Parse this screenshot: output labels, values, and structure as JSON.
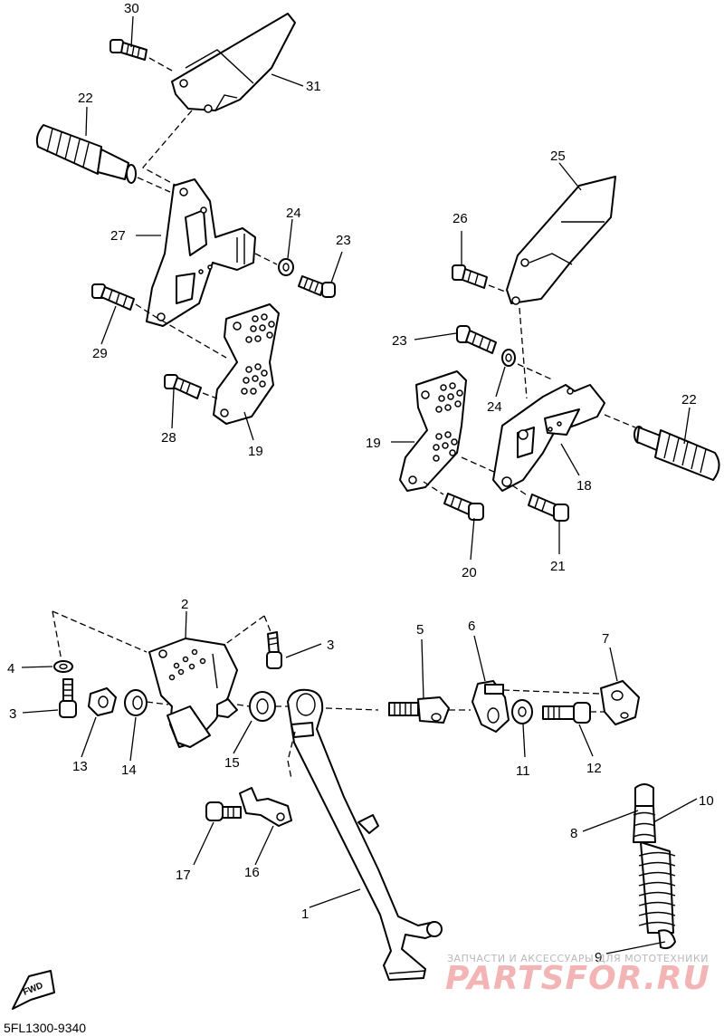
{
  "diagram": {
    "code": "5FL1300-9340",
    "fwd_label": "FWD",
    "labels": [
      "30",
      "31",
      "22",
      "27",
      "24",
      "23",
      "29",
      "28",
      "19",
      "25",
      "26",
      "23",
      "24",
      "22",
      "19",
      "18",
      "20",
      "21",
      "2",
      "3",
      "4",
      "3",
      "13",
      "14",
      "15",
      "5",
      "6",
      "7",
      "11",
      "12",
      "17",
      "16",
      "1",
      "8",
      "10",
      "9"
    ]
  },
  "watermark": {
    "small": "ЗАПЧАСТИ И АКСЕССУАРЫ ДЛЯ МОТОТЕХНИКИ",
    "big": "PARTSFOR.RU",
    "color": "#f2b4b4"
  }
}
